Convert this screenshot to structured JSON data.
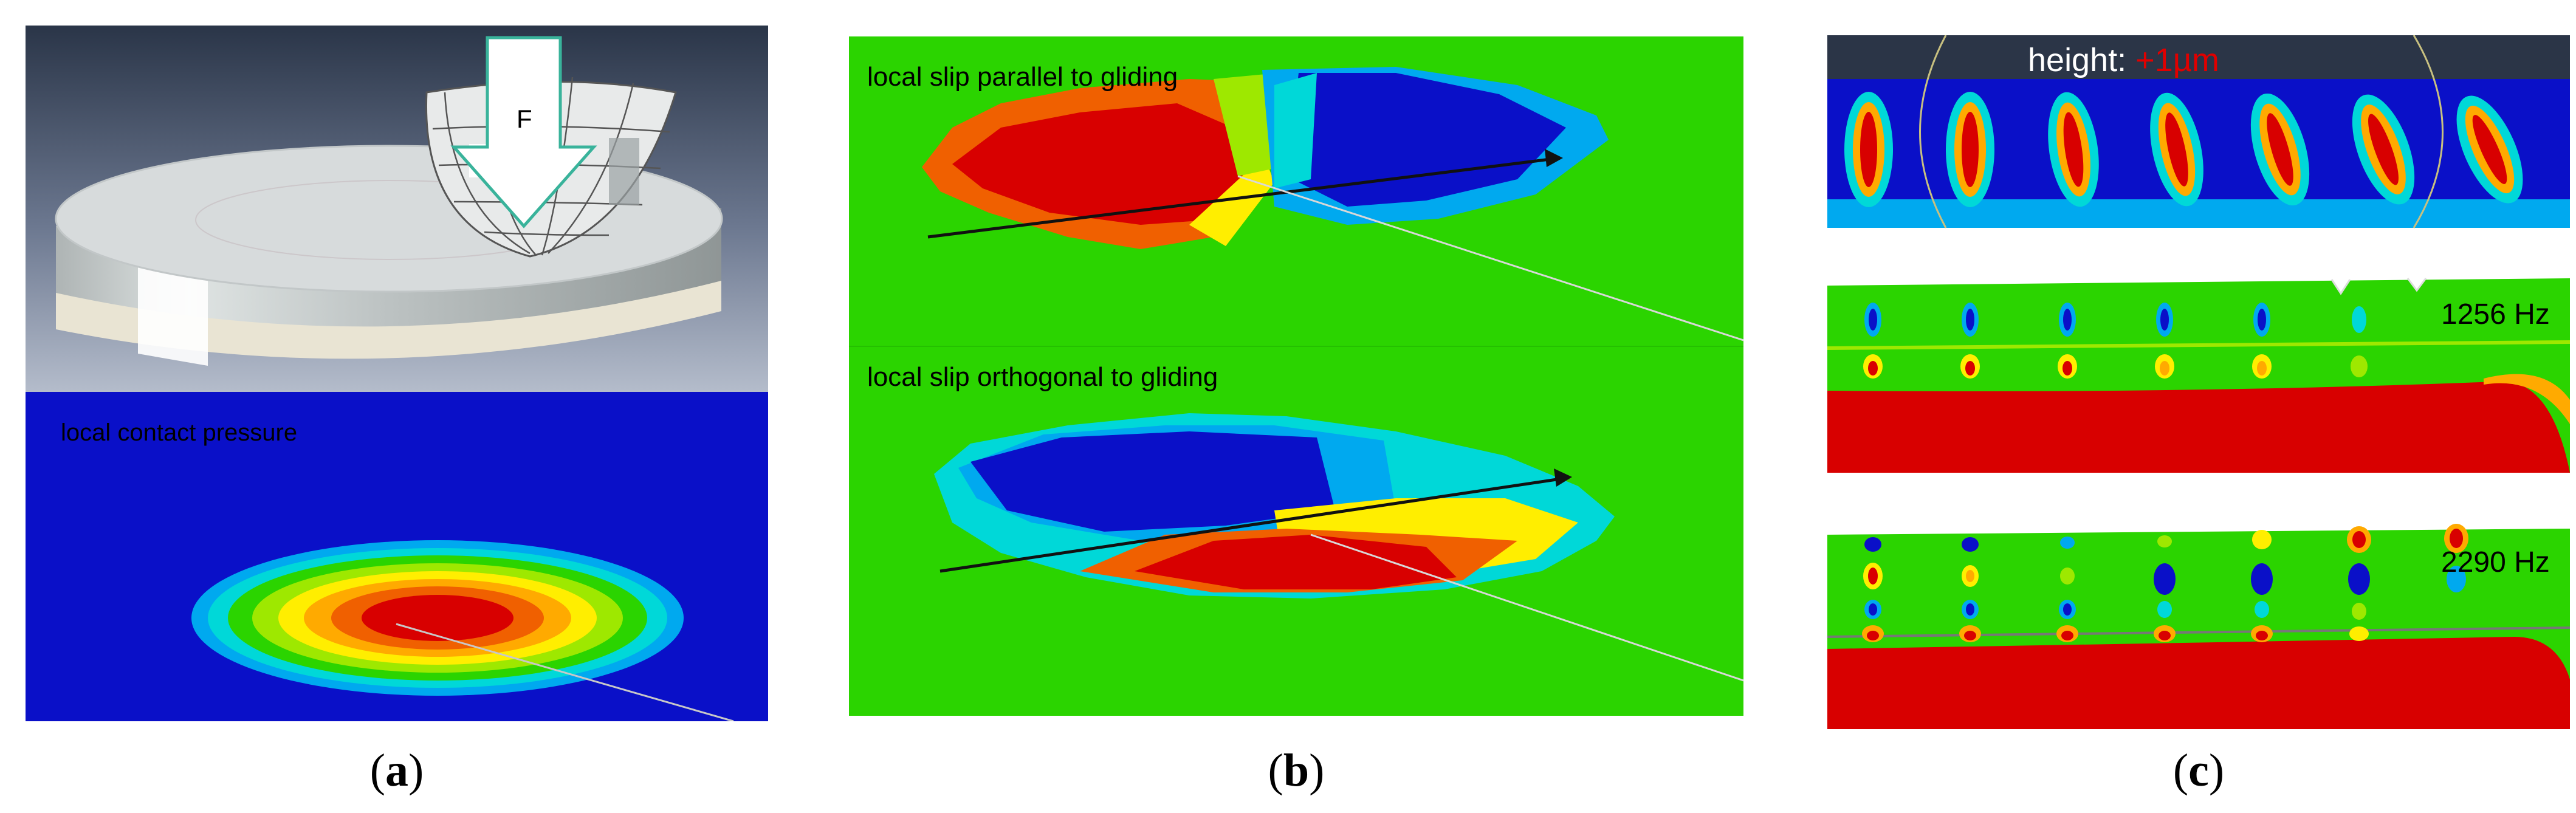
{
  "panel_a": {
    "force_label": "F",
    "pressure_label": "local contact pressure",
    "caption_letter": "a"
  },
  "panel_b": {
    "top_label": "local slip parallel to gliding",
    "bottom_label": "local slip orthogonal to gliding",
    "caption_letter": "b"
  },
  "panel_c": {
    "height_label": "height:",
    "height_value": "+1µm",
    "mode1_label": "1256 Hz",
    "mode2_label": "2290 Hz",
    "caption_letter": "c"
  },
  "colors": {
    "contour_blue": "#0a10c8",
    "contour_red": "#d80000",
    "contour_green": "#2bd400",
    "height_red": "#e00000"
  }
}
